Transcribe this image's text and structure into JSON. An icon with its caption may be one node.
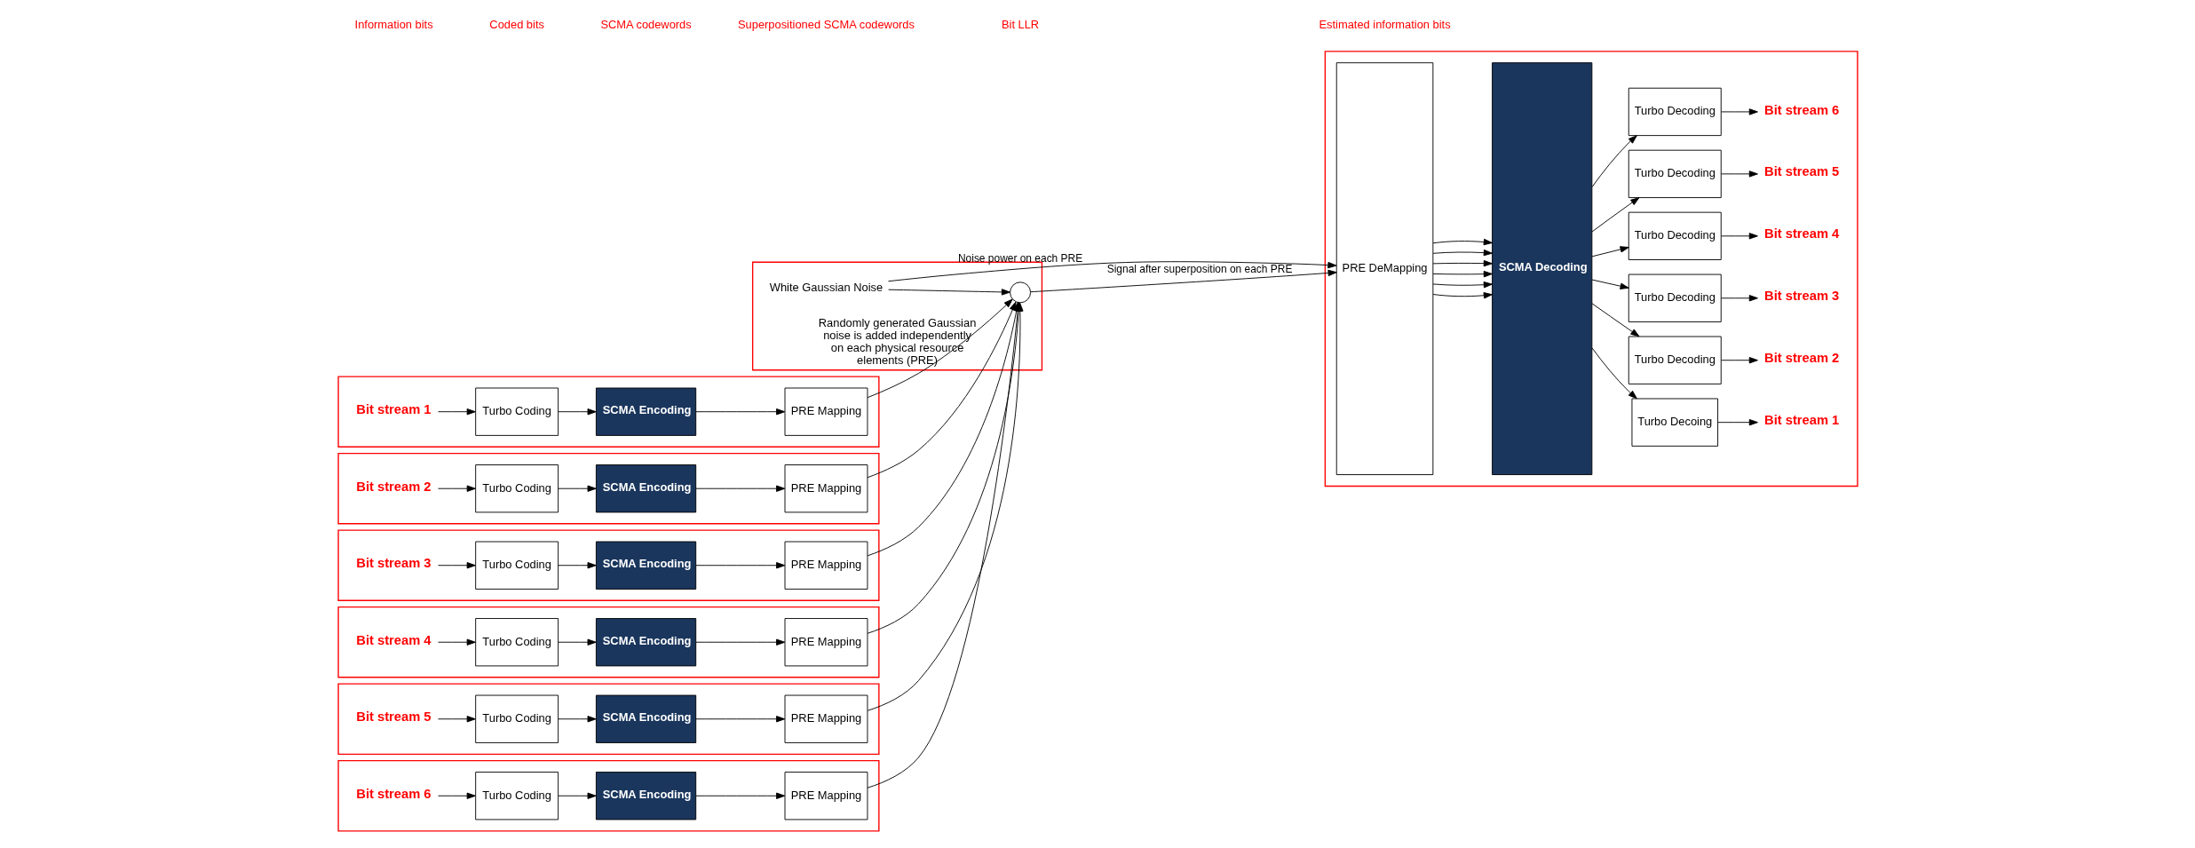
{
  "diagram": {
    "nodes": [
      {
        "text": [],
        "shape": "box"
      },
      {
        "text": [
          "Bit stream 1"
        ],
        "in": 0
      },
      {
        "text": [
          "Turbo Coding"
        ],
        "in": 0
      },
      {
        "text": [
          "SCMA Encoding"
        ],
        "in": 0
      },
      {
        "text": [
          "PRE Mapping"
        ],
        "in": 0
      },
      {
        "text": [],
        "shape": "box"
      },
      {
        "text": [
          "Bit stream 2"
        ],
        "in": 5
      },
      {
        "text": [
          "Turbo Coding"
        ],
        "in": 5
      },
      {
        "text": [
          "SCMA Encoding"
        ],
        "in": 5
      },
      {
        "text": [
          "PRE Mapping"
        ],
        "in": 5
      },
      {
        "text": [],
        "shape": "box"
      },
      {
        "text": [
          "Bit stream 3"
        ],
        "in": 10
      },
      {
        "text": [
          "Turbo Coding"
        ],
        "in": 10
      },
      {
        "text": [
          "SCMA Encoding"
        ],
        "in": 10
      },
      {
        "text": [
          "PRE Mapping"
        ],
        "in": 10
      },
      {
        "text": [],
        "shape": "box"
      },
      {
        "text": [
          "Bit stream 4"
        ],
        "in": 15
      },
      {
        "text": [
          "Turbo Coding"
        ],
        "in": 15
      },
      {
        "text": [
          "SCMA Encoding"
        ],
        "in": 15
      },
      {
        "text": [
          "PRE Mapping"
        ],
        "in": 15
      },
      {
        "text": [],
        "shape": "box"
      },
      {
        "text": [
          "Bit stream 5"
        ],
        "in": 20
      },
      {
        "text": [
          "Turbo Coding"
        ],
        "in": 20
      },
      {
        "text": [
          "SCMA Encoding"
        ],
        "in": 20
      },
      {
        "text": [
          "PRE Mapping"
        ],
        "in": 20
      },
      {
        "text": [],
        "shape": "box"
      },
      {
        "text": [
          "Bit stream 6"
        ],
        "in": 25
      },
      {
        "text": [
          "Turbo Coding"
        ],
        "in": 25
      },
      {
        "text": [
          "SCMA Encoding"
        ],
        "in": 25
      },
      {
        "text": [
          "PRE Mapping"
        ],
        "in": 25
      },
      {
        "text": [
          "Randomly generated Gaussian noise is added independently on each physical resource elements (PRE)"
        ]
      },
      {
        "text": [
          "White Gaussian Noise"
        ],
        "in": 30
      },
      {
        "text": [],
        "shape": "circle",
        "in": 30
      },
      {
        "text": [],
        "shape": "box"
      },
      {
        "text": [
          "PRE DeMapping"
        ],
        "in": 33
      },
      {
        "text": [
          "SCMA Decoding"
        ],
        "in": 33
      },
      {
        "text": [
          "Turbo Decoing"
        ],
        "in": 33
      },
      {
        "text": [
          "Bit stream 1"
        ],
        "in": 33
      },
      {
        "text": [
          "Turbo Decoding"
        ],
        "in": 33
      },
      {
        "text": [
          "Bit stream 2"
        ],
        "in": 33
      },
      {
        "text": [
          "Turbo Decoding"
        ],
        "in": 33
      },
      {
        "text": [
          "Bit stream 3"
        ],
        "in": 33
      },
      {
        "text": [
          "Turbo Decoding"
        ],
        "in": 33
      },
      {
        "text": [
          "Bit stream 4"
        ],
        "in": 33
      },
      {
        "text": [
          "Turbo Decoding"
        ],
        "in": 33
      },
      {
        "text": [
          "Bit stream 5"
        ],
        "in": 33
      },
      {
        "text": [
          "Turbo Decoding"
        ],
        "in": 33
      },
      {
        "text": [
          "Bit stream 6"
        ],
        "in": 33
      }
    ],
    "edges": [
      {
        "from": 1,
        "to": 2,
        "arrow": "to"
      },
      {
        "from": 2,
        "to": 3,
        "arrow": "to"
      },
      {
        "from": 3,
        "to": 4,
        "arrow": "to"
      },
      {
        "from": 4,
        "to": 32,
        "arrow": "to"
      },
      {
        "from": 6,
        "to": 7,
        "arrow": "to"
      },
      {
        "from": 7,
        "to": 8,
        "arrow": "to"
      },
      {
        "from": 8,
        "to": 9,
        "arrow": "to"
      },
      {
        "from": 9,
        "to": 32,
        "arrow": "to"
      },
      {
        "from": 11,
        "to": 12,
        "arrow": "to"
      },
      {
        "from": 12,
        "to": 13,
        "arrow": "to"
      },
      {
        "from": 13,
        "to": 14,
        "arrow": "to"
      },
      {
        "from": 14,
        "to": 32,
        "arrow": "to"
      },
      {
        "from": 16,
        "to": 17,
        "arrow": "to"
      },
      {
        "from": 17,
        "to": 18,
        "arrow": "to"
      },
      {
        "from": 18,
        "to": 19,
        "arrow": "to"
      },
      {
        "from": 19,
        "to": 32,
        "arrow": "to"
      },
      {
        "from": 21,
        "to": 22,
        "arrow": "to"
      },
      {
        "from": 22,
        "to": 23,
        "arrow": "to"
      },
      {
        "from": 23,
        "to": 24,
        "arrow": "to"
      },
      {
        "from": 24,
        "to": 32,
        "arrow": "to"
      },
      {
        "from": 26,
        "to": 27,
        "arrow": "to"
      },
      {
        "from": 27,
        "to": 28,
        "arrow": "to"
      },
      {
        "from": 28,
        "to": 29,
        "arrow": "to"
      },
      {
        "from": 29,
        "to": 32,
        "arrow": "to"
      },
      {
        "from": 31,
        "to": 32,
        "arrow": "to"
      },
      {
        "from": 31,
        "to": 34,
        "arrow": "to",
        "label": "Noise power on each PRE"
      },
      {
        "from": 32,
        "to": 34,
        "arrow": "to",
        "label": "Signal after superposition on each PRE"
      },
      {
        "from": 34,
        "to": 35,
        "arrow": "to"
      },
      {
        "from": 34,
        "to": 35,
        "arrow": "to"
      },
      {
        "from": 34,
        "to": 35,
        "arrow": "to"
      },
      {
        "from": 34,
        "to": 35,
        "arrow": "to"
      },
      {
        "from": 34,
        "to": 35,
        "arrow": "to"
      },
      {
        "from": 34,
        "to": 35,
        "arrow": "to"
      },
      {
        "from": 35,
        "to": 36,
        "arrow": "to"
      },
      {
        "from": 35,
        "to": 38,
        "arrow": "to"
      },
      {
        "from": 35,
        "to": 40,
        "arrow": "to"
      },
      {
        "from": 35,
        "to": 42,
        "arrow": "to"
      },
      {
        "from": 35,
        "to": 44,
        "arrow": "to"
      },
      {
        "from": 35,
        "to": 46,
        "arrow": "to"
      },
      {
        "from": 36,
        "to": 37,
        "arrow": "to"
      },
      {
        "from": 38,
        "to": 39,
        "arrow": "to"
      },
      {
        "from": 40,
        "to": 41,
        "arrow": "to"
      },
      {
        "from": 42,
        "to": 43,
        "arrow": "to"
      },
      {
        "from": 44,
        "to": 45,
        "arrow": "to"
      },
      {
        "from": 46,
        "to": 47,
        "arrow": "to"
      }
    ],
    "labels": [
      "Information bits",
      "Coded bits",
      "SCMA codewords",
      "Superpositioned SCMA codewords",
      "Bit LLR",
      "Estimated information bits"
    ]
  }
}
